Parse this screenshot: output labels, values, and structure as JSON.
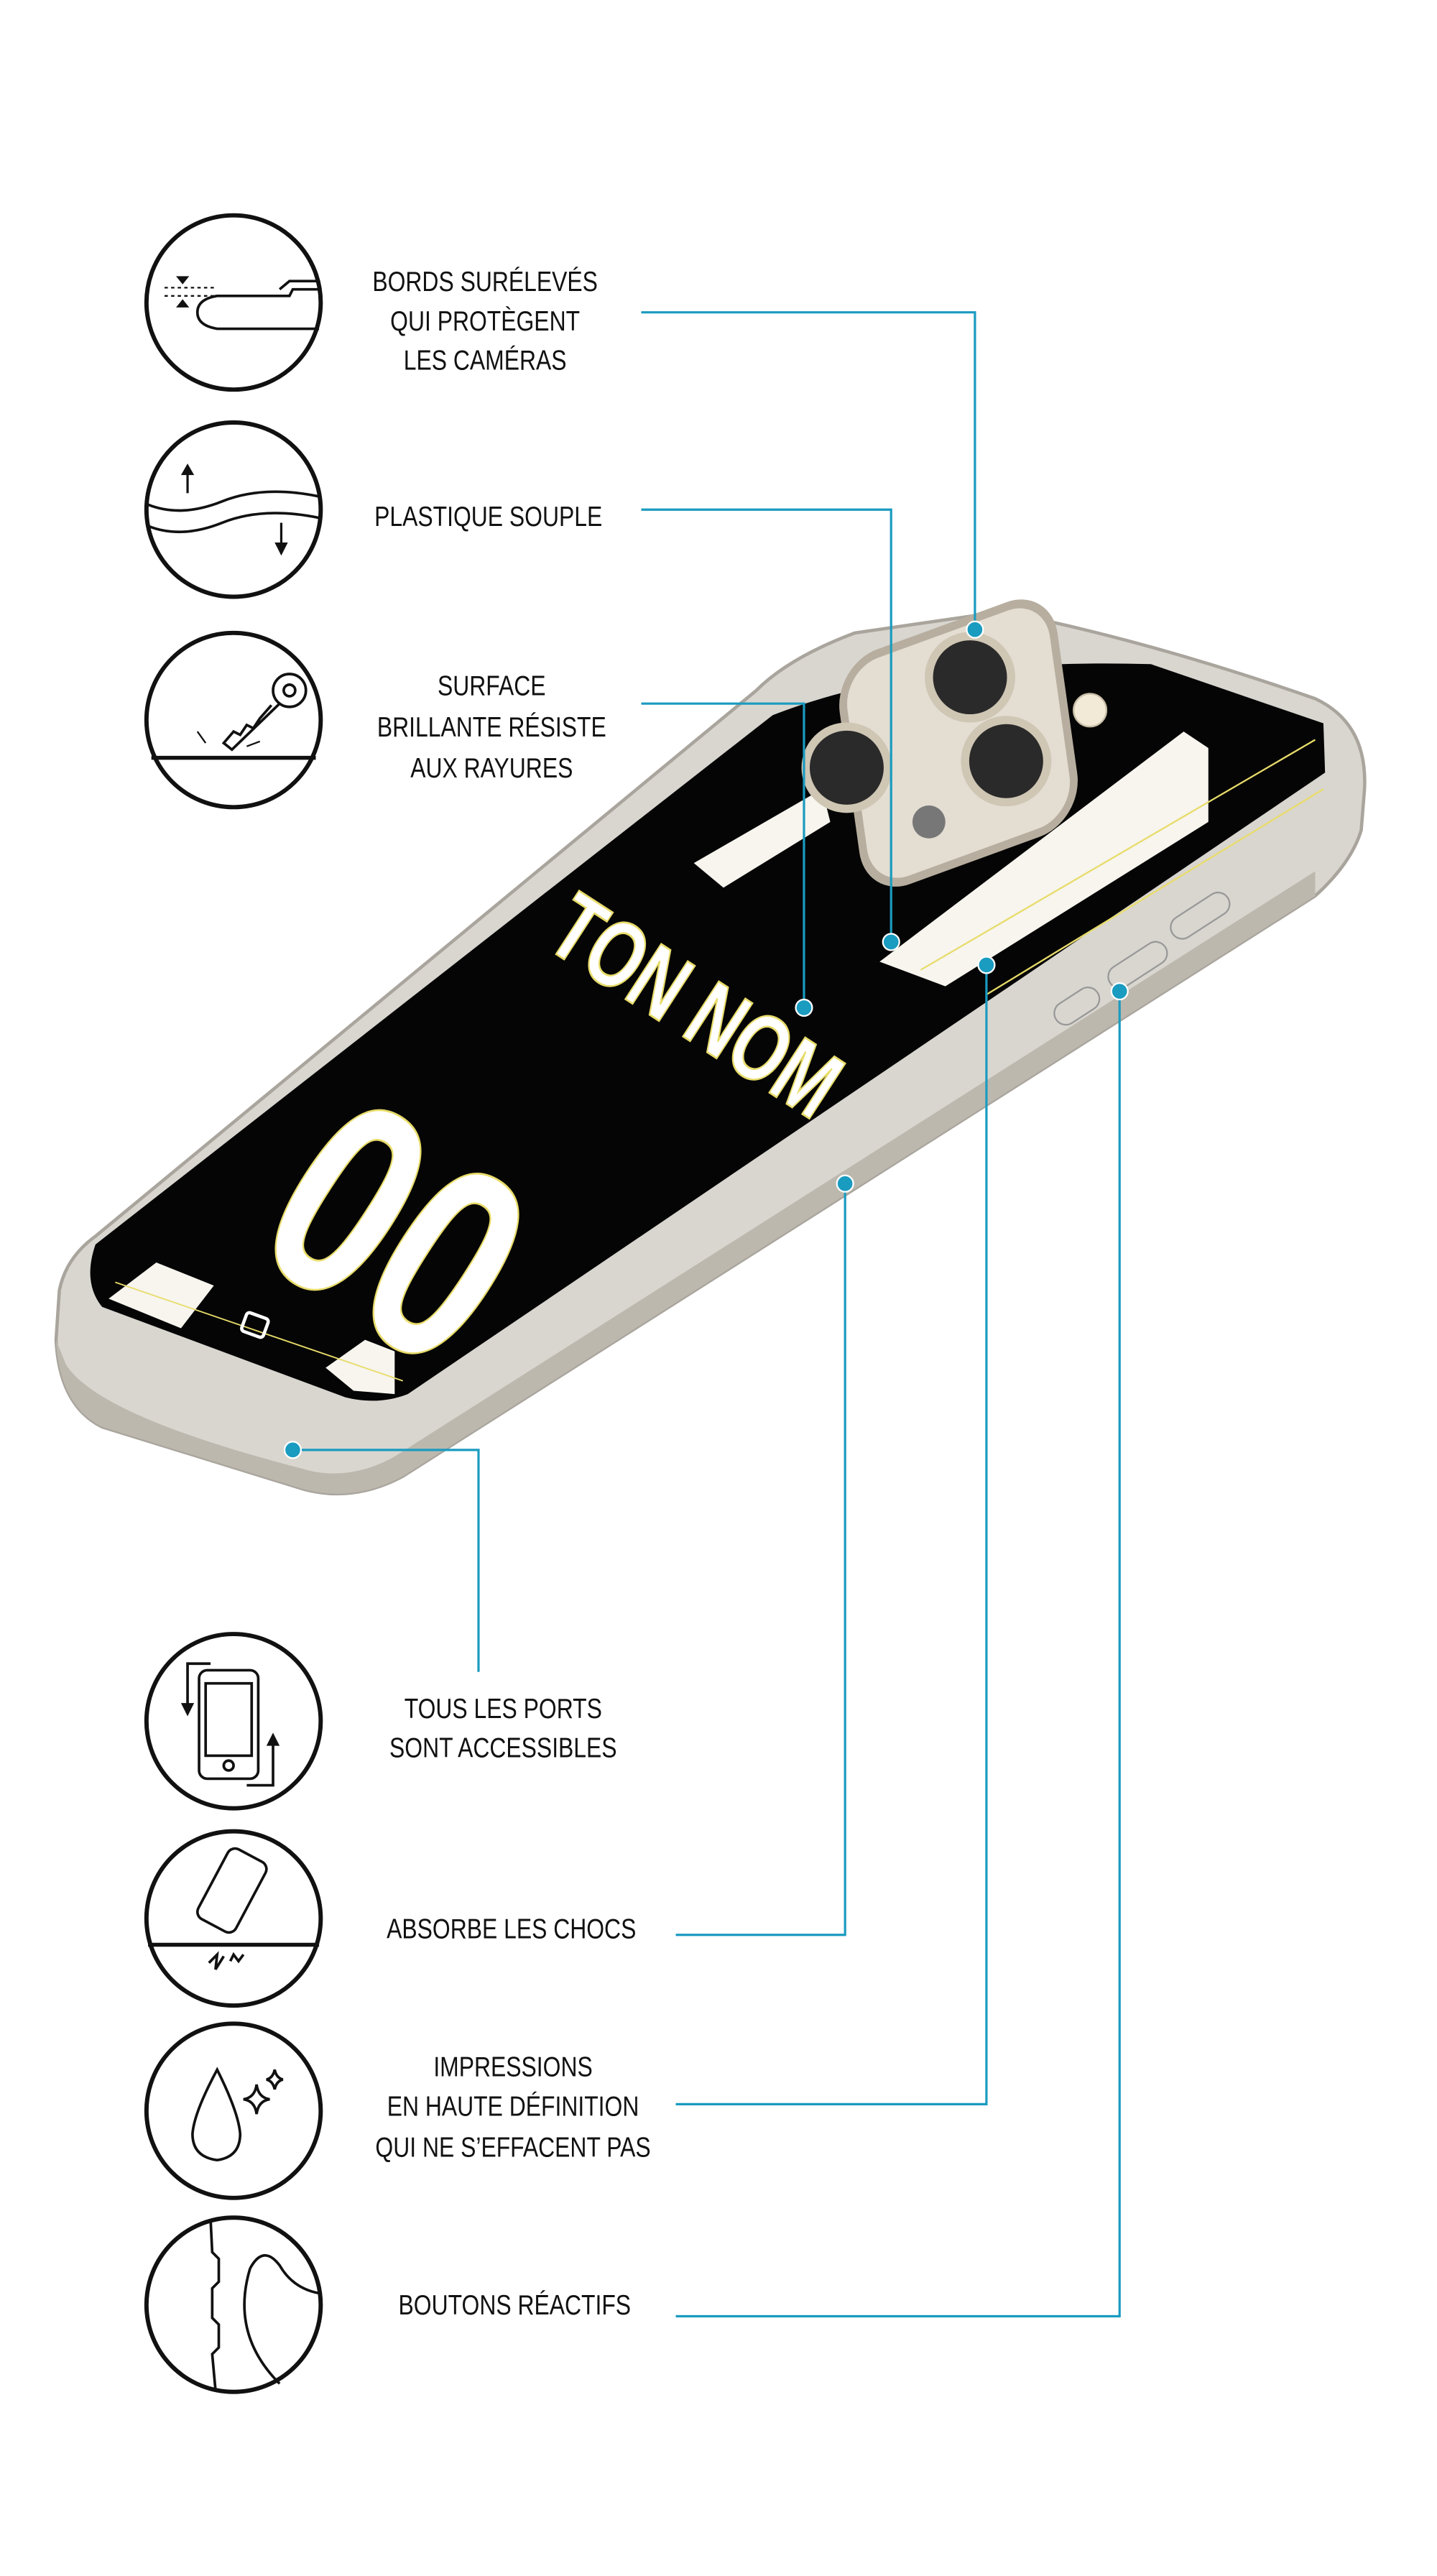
{
  "features": [
    {
      "icon": "raised-edges-icon",
      "lines": [
        "BORDS SURÉLEVÉS",
        "QUI PROTÈGENT",
        "LES CAMÉRAS"
      ]
    },
    {
      "icon": "flexible-plastic-icon",
      "lines": [
        "PLASTIQUE SOUPLE"
      ]
    },
    {
      "icon": "scratch-resistant-icon",
      "lines": [
        "SURFACE",
        "BRILLANTE RÉSISTE",
        "AUX RAYURES"
      ]
    },
    {
      "icon": "ports-accessible-icon",
      "lines": [
        "TOUS LES PORTS",
        "SONT ACCESSIBLES"
      ]
    },
    {
      "icon": "shock-absorb-icon",
      "lines": [
        "ABSORBE LES CHOCS"
      ]
    },
    {
      "icon": "hd-print-icon",
      "lines": [
        "IMPRESSIONS",
        "EN HAUTE DÉFINITION",
        "QUI NE S’EFFACENT PAS"
      ]
    },
    {
      "icon": "responsive-buttons-icon",
      "lines": [
        "BOUTONS RÉACTIFS"
      ]
    }
  ],
  "phone": {
    "name_text": "TON NOM",
    "number_text": "00"
  },
  "colors": {
    "accent": "#1a9bc0",
    "case_back": "#050505",
    "trim": "#e8dc6a"
  }
}
